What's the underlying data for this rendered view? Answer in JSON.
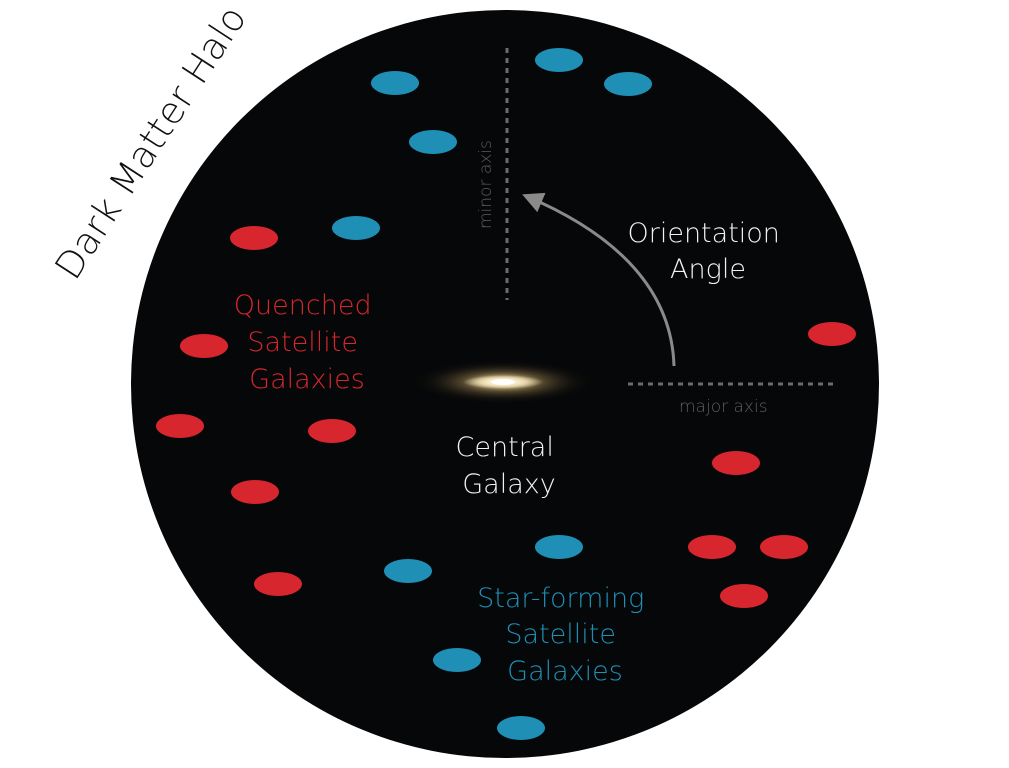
{
  "halo_label": "Dark Matter Halo",
  "axes": {
    "minor_axis": "minor axis",
    "major_axis": "major axis"
  },
  "orientation_label": {
    "line1": "Orientation",
    "line2": "Angle"
  },
  "central_galaxy_label": {
    "line1": "Central",
    "line2": "Galaxy"
  },
  "quenched_label": {
    "line1": "Quenched",
    "line2": "Satellite",
    "line3": "Galaxies"
  },
  "star_forming_label": {
    "line1": "Star-forming",
    "line2": "Satellite",
    "line3": "Galaxies"
  },
  "colors": {
    "halo": "#060708",
    "quenched": "#d8262e",
    "star_forming": "#1f8fb6",
    "axis": "#6b6b6b",
    "arrow": "#8a8a8a",
    "label_white": "#f2f2f2"
  }
}
